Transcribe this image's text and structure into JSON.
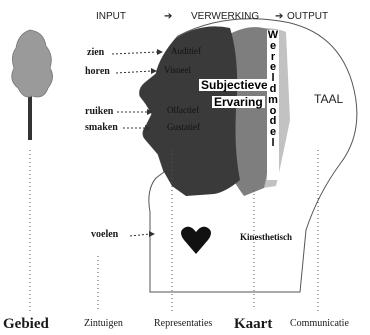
{
  "header": {
    "input": "INPUT",
    "arrow1": "➔",
    "processing": "VERWERKING",
    "arrow2": "➔",
    "output": "OUTPUT"
  },
  "senses": {
    "zien": "zien",
    "horen": "horen",
    "ruiken": "ruiken",
    "smaken": "smaken",
    "voelen": "voelen"
  },
  "representations": {
    "auditief": "Auditief",
    "visueel": "Visueel",
    "olfactief": "Olfactief",
    "gustatief": "Gustatief",
    "kinesthetisch": "Kinesthetisch"
  },
  "processing": {
    "line1": "Subjectieve",
    "line2": "Ervaring"
  },
  "world_model": {
    "letters": [
      "W",
      "e",
      "r",
      "e",
      "l",
      "d",
      "m",
      "o",
      "d",
      "e",
      "l"
    ]
  },
  "output_label": "TAAL",
  "bottom": {
    "gebied": "Gebied",
    "zintuigen": "Zintuigen",
    "representaties": "Representaties",
    "kaart": "Kaart",
    "communicatie": "Communicatie"
  },
  "icons": {
    "tree": "tree-icon",
    "heart": "heart-icon"
  },
  "colors": {
    "dark_region": "#3a3a3a",
    "mid_region": "#7e7e7e",
    "light_region": "#c2c2c2",
    "outline": "#555555"
  }
}
